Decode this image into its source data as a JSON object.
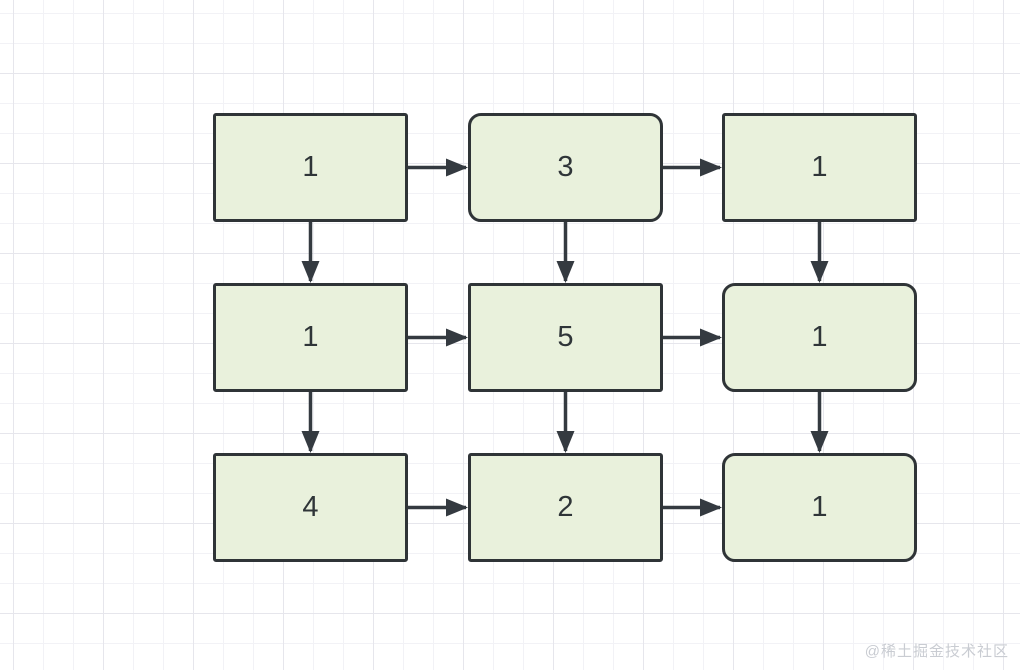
{
  "diagram": {
    "description": "3x3 grid flow diagram of numbered boxes connected by arrows",
    "nodes": [
      {
        "id": "n00",
        "row": 0,
        "col": 0,
        "value": "1",
        "shape": "sharp"
      },
      {
        "id": "n01",
        "row": 0,
        "col": 1,
        "value": "3",
        "shape": "rounded"
      },
      {
        "id": "n02",
        "row": 0,
        "col": 2,
        "value": "1",
        "shape": "sharp"
      },
      {
        "id": "n10",
        "row": 1,
        "col": 0,
        "value": "1",
        "shape": "sharp"
      },
      {
        "id": "n11",
        "row": 1,
        "col": 1,
        "value": "5",
        "shape": "sharp"
      },
      {
        "id": "n12",
        "row": 1,
        "col": 2,
        "value": "1",
        "shape": "rounded"
      },
      {
        "id": "n20",
        "row": 2,
        "col": 0,
        "value": "4",
        "shape": "sharp"
      },
      {
        "id": "n21",
        "row": 2,
        "col": 1,
        "value": "2",
        "shape": "sharp"
      },
      {
        "id": "n22",
        "row": 2,
        "col": 2,
        "value": "1",
        "shape": "rounded"
      }
    ],
    "edges": [
      {
        "from": "n00",
        "to": "n01"
      },
      {
        "from": "n01",
        "to": "n02"
      },
      {
        "from": "n10",
        "to": "n11"
      },
      {
        "from": "n11",
        "to": "n12"
      },
      {
        "from": "n20",
        "to": "n21"
      },
      {
        "from": "n21",
        "to": "n22"
      },
      {
        "from": "n00",
        "to": "n10"
      },
      {
        "from": "n10",
        "to": "n20"
      },
      {
        "from": "n01",
        "to": "n11"
      },
      {
        "from": "n11",
        "to": "n21"
      },
      {
        "from": "n02",
        "to": "n12"
      },
      {
        "from": "n12",
        "to": "n22"
      }
    ],
    "colors": {
      "node_fill": "#e9f1dc",
      "node_border": "#2f3437",
      "arrow": "#343a40",
      "text": "#2f3538",
      "grid_minor": "#f2f2f6",
      "grid_major": "#e6e6ec",
      "watermark": "#c9ccd2"
    }
  },
  "watermark": {
    "text": "@稀土掘金技术社区"
  }
}
